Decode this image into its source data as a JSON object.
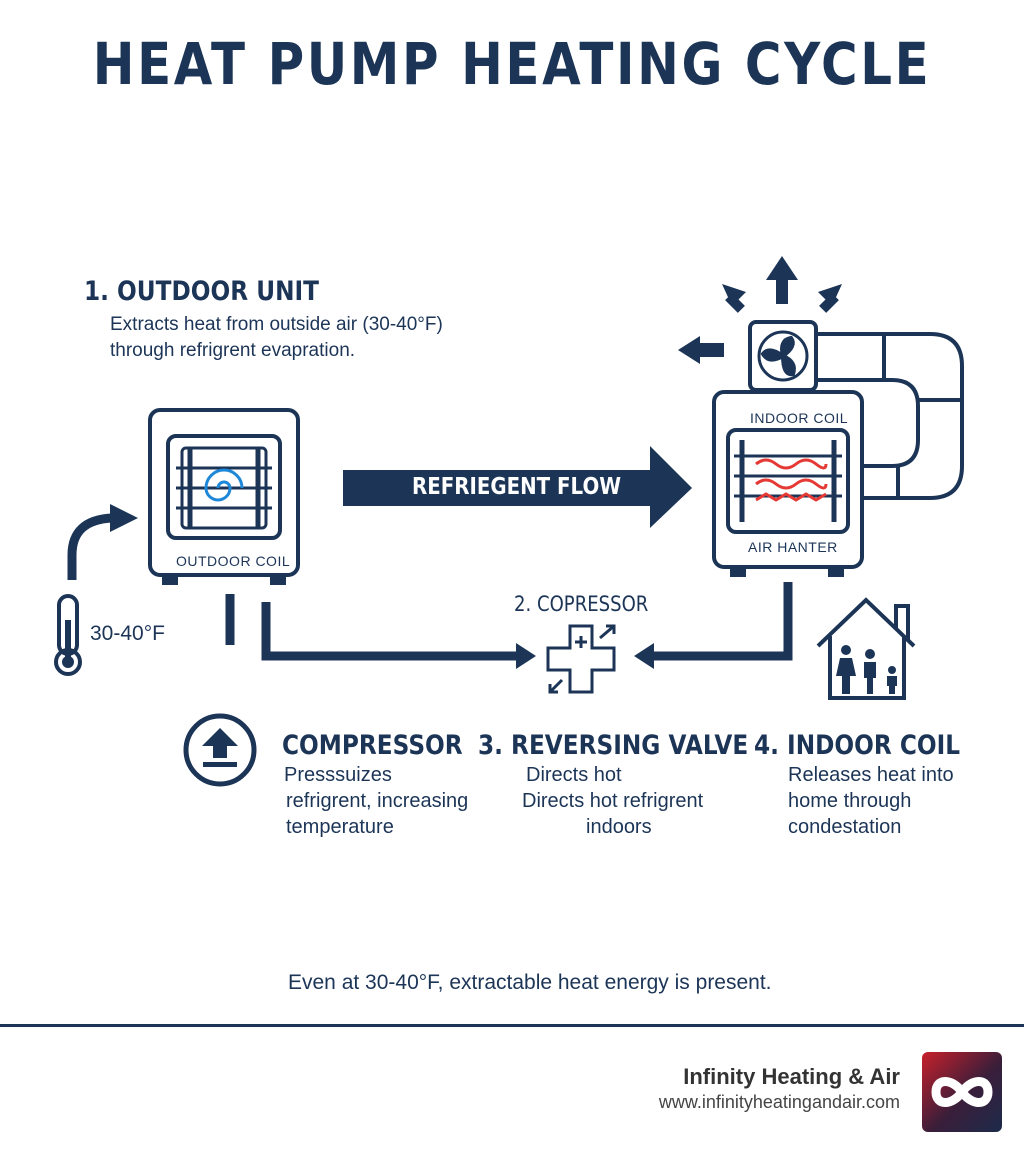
{
  "title": "HEAT PUMP HEATING CYCLE",
  "outdoor_unit": {
    "heading": "1. OUTDOOR UNIT",
    "line1": "Extracts heat from outside air (30-40°F)",
    "line2": "through refrigrent evapration.",
    "coil_label": "OUTDOOR COIL"
  },
  "thermometer_label": "30-40°F",
  "flow_label": "REFRIEGENT FLOW",
  "indoor_unit": {
    "coil_label": "INDOOR COIL",
    "air_label": "AIR HANTER"
  },
  "compressor_node": {
    "label": "2. COPRESSOR"
  },
  "step_compressor": {
    "heading": "COMPRESSOR",
    "line1": "Presssuizes",
    "line2": "refrigrent, increasing",
    "line3": "temperature"
  },
  "step_valve": {
    "heading": "3. REVERSING VALVE",
    "line1": "Directs hot",
    "line2": "Directs hot refrigrent",
    "line3": "indoors"
  },
  "step_indoor": {
    "heading": "4. INDOOR COIL",
    "line1": "Releases heat into",
    "line2": "home through",
    "line3": "condestation"
  },
  "note": "Even at 30-40°F, extractable heat energy is present.",
  "company": {
    "name": "Infinity Heating & Air",
    "url": "www.infinityheatingandair.com"
  },
  "colors": {
    "navy": "#1c3557",
    "accent_blue": "#1e88d8",
    "heat_red": "#e53935"
  }
}
